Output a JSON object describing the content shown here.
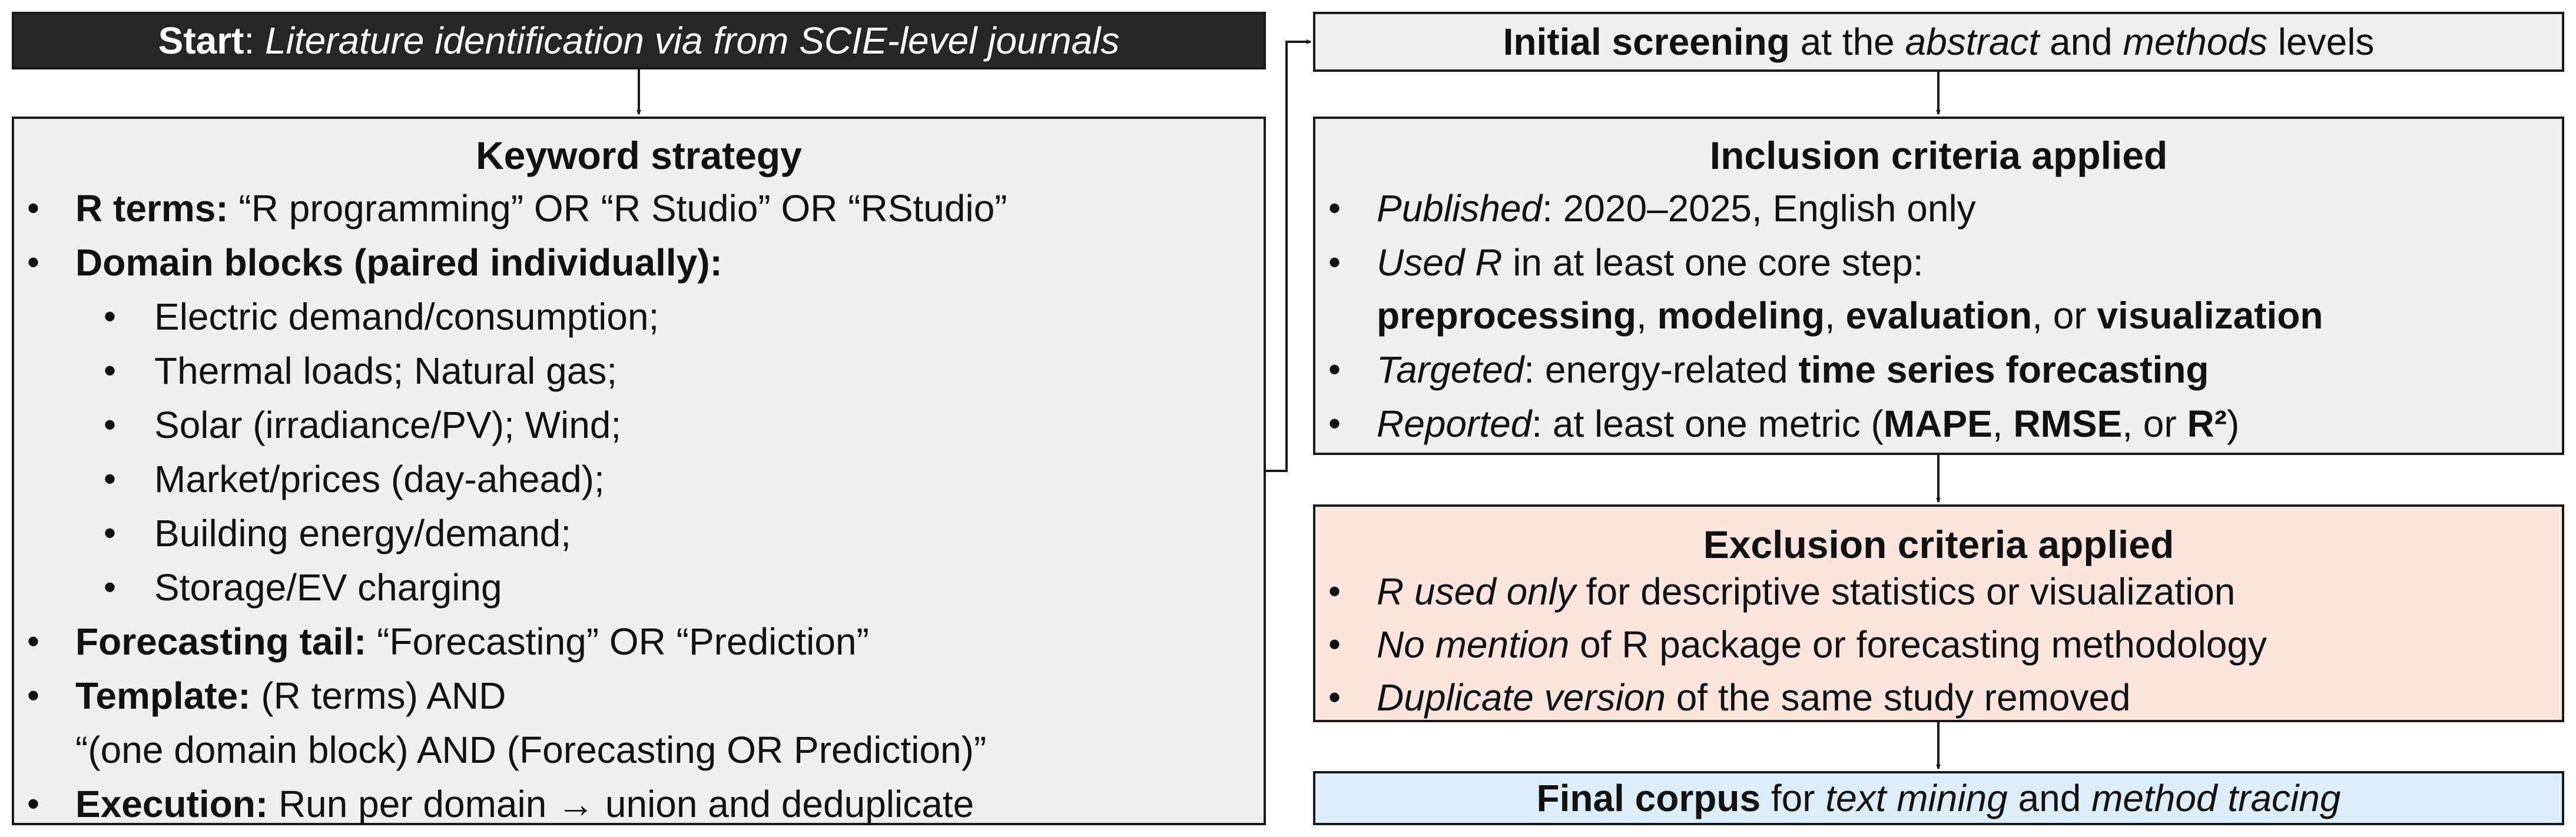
{
  "start": {
    "label": "Start",
    "sep": ": ",
    "text": "Literature identification via from SCIE-level journals"
  },
  "keyword": {
    "title": "Keyword strategy",
    "r_terms": {
      "label": "R terms:",
      "text": " “R programming” OR “R Studio” OR “RStudio”"
    },
    "domain_blocks": {
      "label": "Domain blocks (paired individually):"
    },
    "domains": [
      "Electric demand/consumption;",
      "Thermal loads; Natural gas;",
      "Solar (irradiance/PV); Wind;",
      "Market/prices (day-ahead);",
      "Building energy/demand;",
      "Storage/EV charging"
    ],
    "tail": {
      "label": "Forecasting tail:",
      "text": " “Forecasting” OR “Prediction”"
    },
    "template": {
      "label": "Template:",
      "text": " (R terms) AND",
      "cont": "“(one domain block) AND (Forecasting OR Prediction)”"
    },
    "execution": {
      "label": "Execution:",
      "text": " Run per domain → union and deduplicate"
    }
  },
  "screening": {
    "bold": "Initial screening",
    "t1": " at the ",
    "i1": "abstract",
    "t2": " and ",
    "i2": "methods",
    "t3": " levels"
  },
  "inclusion": {
    "title": "Inclusion criteria applied",
    "published": {
      "label": "Published",
      "text": ": 2020–2025, English only"
    },
    "used_r": {
      "label": "Used R",
      "text": " in at least one core step:"
    },
    "steps": {
      "s1": "preprocessing",
      "c1": ", ",
      "s2": "modeling",
      "c2": ", ",
      "s3": "evaluation",
      "c3": ", or ",
      "s4": "visualization"
    },
    "targeted": {
      "label": "Targeted",
      "text": ": energy-related ",
      "bold": "time series forecasting"
    },
    "reported": {
      "label": "Reported",
      "text": ": at least one metric (",
      "m1": "MAPE",
      "c1": ", ",
      "m2": "RMSE",
      "c2": ", or ",
      "m3": "R²",
      "end": ")"
    }
  },
  "exclusion": {
    "title": "Exclusion criteria applied",
    "items": [
      {
        "label": "R used only",
        "text": " for descriptive statistics or visualization"
      },
      {
        "label": "No mention",
        "text": " of R package or forecasting methodology"
      },
      {
        "label": "Duplicate version",
        "text": " of the same study removed"
      }
    ]
  },
  "final": {
    "bold": "Final corpus",
    "t1": " for ",
    "i1": "text mining",
    "t2": " and ",
    "i2": "method tracing"
  },
  "bullet_glyph": "•"
}
